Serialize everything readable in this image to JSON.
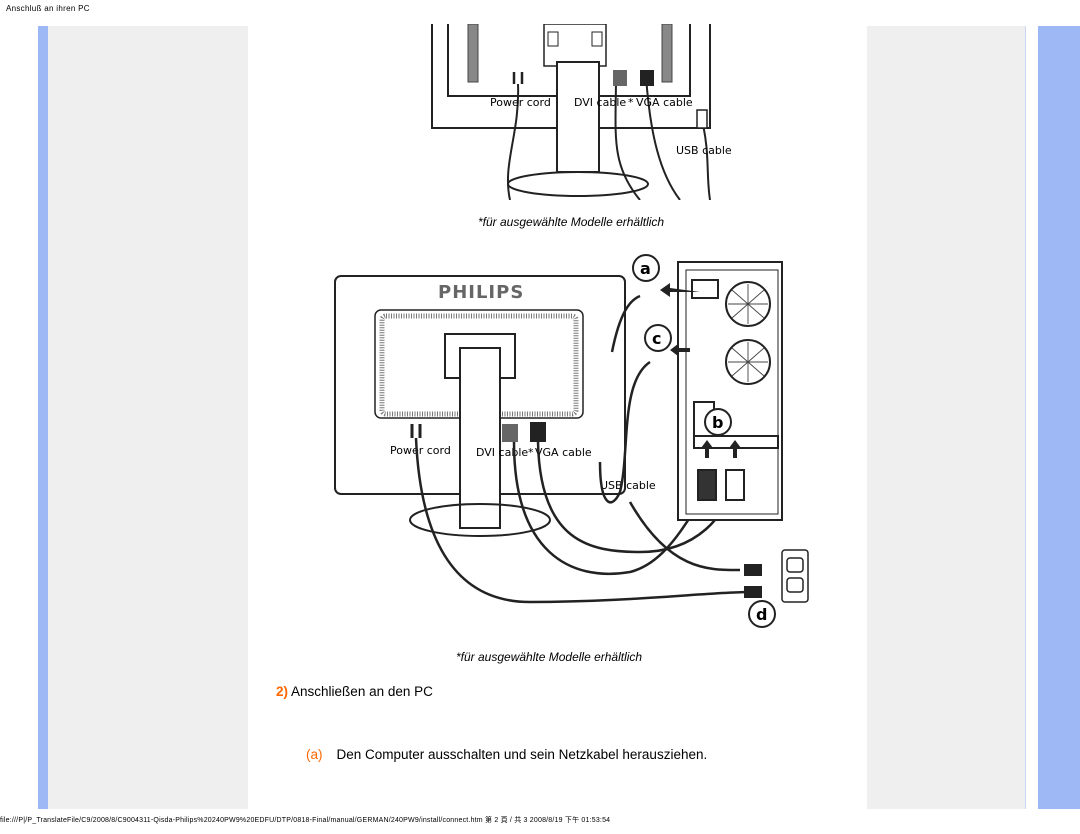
{
  "header": {
    "title": "Anschluß an ihren PC"
  },
  "figure_top": {
    "labels": {
      "power": "Power cord",
      "dvi": "DVI cable",
      "vga": "VGA cable",
      "usb": "USB cable",
      "star": "*"
    },
    "caption": "*für ausgewählte Modelle erhältlich"
  },
  "figure_main": {
    "brand": "PHILIPS",
    "labels": {
      "power": "Power cord",
      "dvi": "DVI cable",
      "vga": "VGA cable",
      "usb": "USB cable",
      "star": "*"
    },
    "markers": {
      "a": "a",
      "b": "b",
      "c": "c",
      "d": "d"
    },
    "caption": "*für ausgewählte Modelle erhältlich"
  },
  "step": {
    "number": "2)",
    "title": "Anschließen an den PC"
  },
  "substep": {
    "letter": "(a)",
    "text": "Den Computer ausschalten und sein Netzkabel herausziehen."
  },
  "footer": {
    "path": "file:///P|/P_TranslateFile/C9/2008/8/C9004311-Qisda-Philips%20240PW9%20EDFU/DTP/0818-Final/manual/GERMAN/240PW9/install/connect.htm 第 2 頁 / 共 3 2008/8/19 下午 01:53:54"
  }
}
